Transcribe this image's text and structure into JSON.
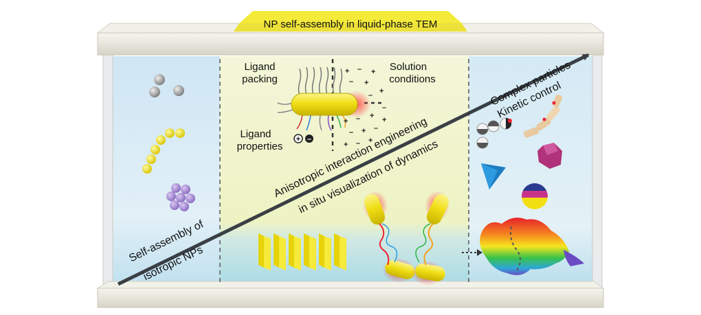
{
  "title": "NP self-assembly in liquid-phase TEM",
  "labels": {
    "ligand_packing_1": "Ligand",
    "ligand_packing_2": "packing",
    "ligand_properties_1": "Ligand",
    "ligand_properties_2": "properties",
    "solution_conditions_1": "Solution",
    "solution_conditions_2": "conditions",
    "complex_particles": "Complex particles",
    "kinetic_control": "Kinetic control",
    "anisotropic": "Anisotropic interaction engineering",
    "in_situ": "in situ visualization of dynamics",
    "self_assembly_of": "Self-assembly of",
    "isotropic_nps": "isotropic NPs"
  },
  "colors": {
    "accent_yellow": "#f4ea3a",
    "rod_yellow": "#f2e21c",
    "frame": "#ecebe2",
    "water_left": "#d6ebf6",
    "water_mid": "#eef3c8",
    "arrow": "#3a3f45"
  }
}
